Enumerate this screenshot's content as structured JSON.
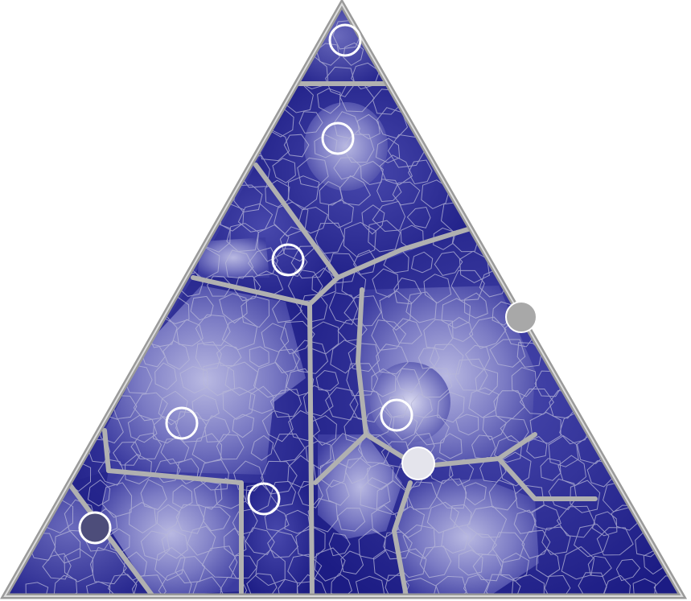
{
  "diagram": {
    "type": "voronoi-treemap",
    "shape": "triangle",
    "colors": {
      "background": "#ffffff",
      "cell_dark": "#1f1f8a",
      "cell_light": "#9a9ad6",
      "fine_border": "#b8b8d8",
      "major_border": "#b0b0b0",
      "marker_ring": "#ffffff",
      "marker_fill_grey": "#a8a8a8",
      "marker_fill_light": "#e4e4ec",
      "marker_fill_dark": "#4d4d7a"
    },
    "markers": [
      {
        "id": "m1",
        "style": "ring"
      },
      {
        "id": "m2",
        "style": "ring"
      },
      {
        "id": "m3",
        "style": "ring"
      },
      {
        "id": "m4",
        "style": "ring"
      },
      {
        "id": "m5",
        "style": "ring"
      },
      {
        "id": "m6",
        "style": "ring"
      },
      {
        "id": "m7",
        "style": "filled-dark"
      },
      {
        "id": "m8",
        "style": "filled-grey"
      },
      {
        "id": "m9",
        "style": "filled-light"
      }
    ]
  }
}
